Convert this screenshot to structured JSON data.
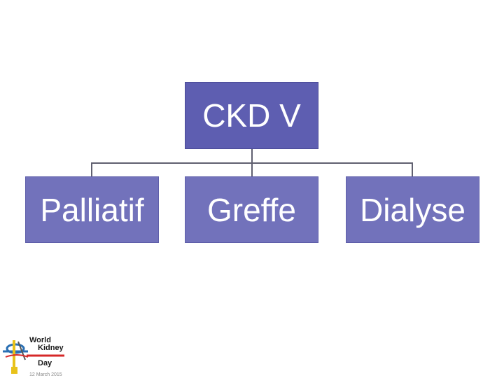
{
  "diagram": {
    "root": {
      "label": "CKD V"
    },
    "children": [
      {
        "label": "Palliatif"
      },
      {
        "label": "Greffe"
      },
      {
        "label": "Dialyse"
      }
    ]
  },
  "colors": {
    "root_fill": "#5e5eb1",
    "child_fill": "#7272bb",
    "connector": "#606070",
    "text": "#ffffff"
  },
  "logo": {
    "line1": "World",
    "line2": "Kidney",
    "line3": "Day",
    "date": "12 March 2015"
  }
}
